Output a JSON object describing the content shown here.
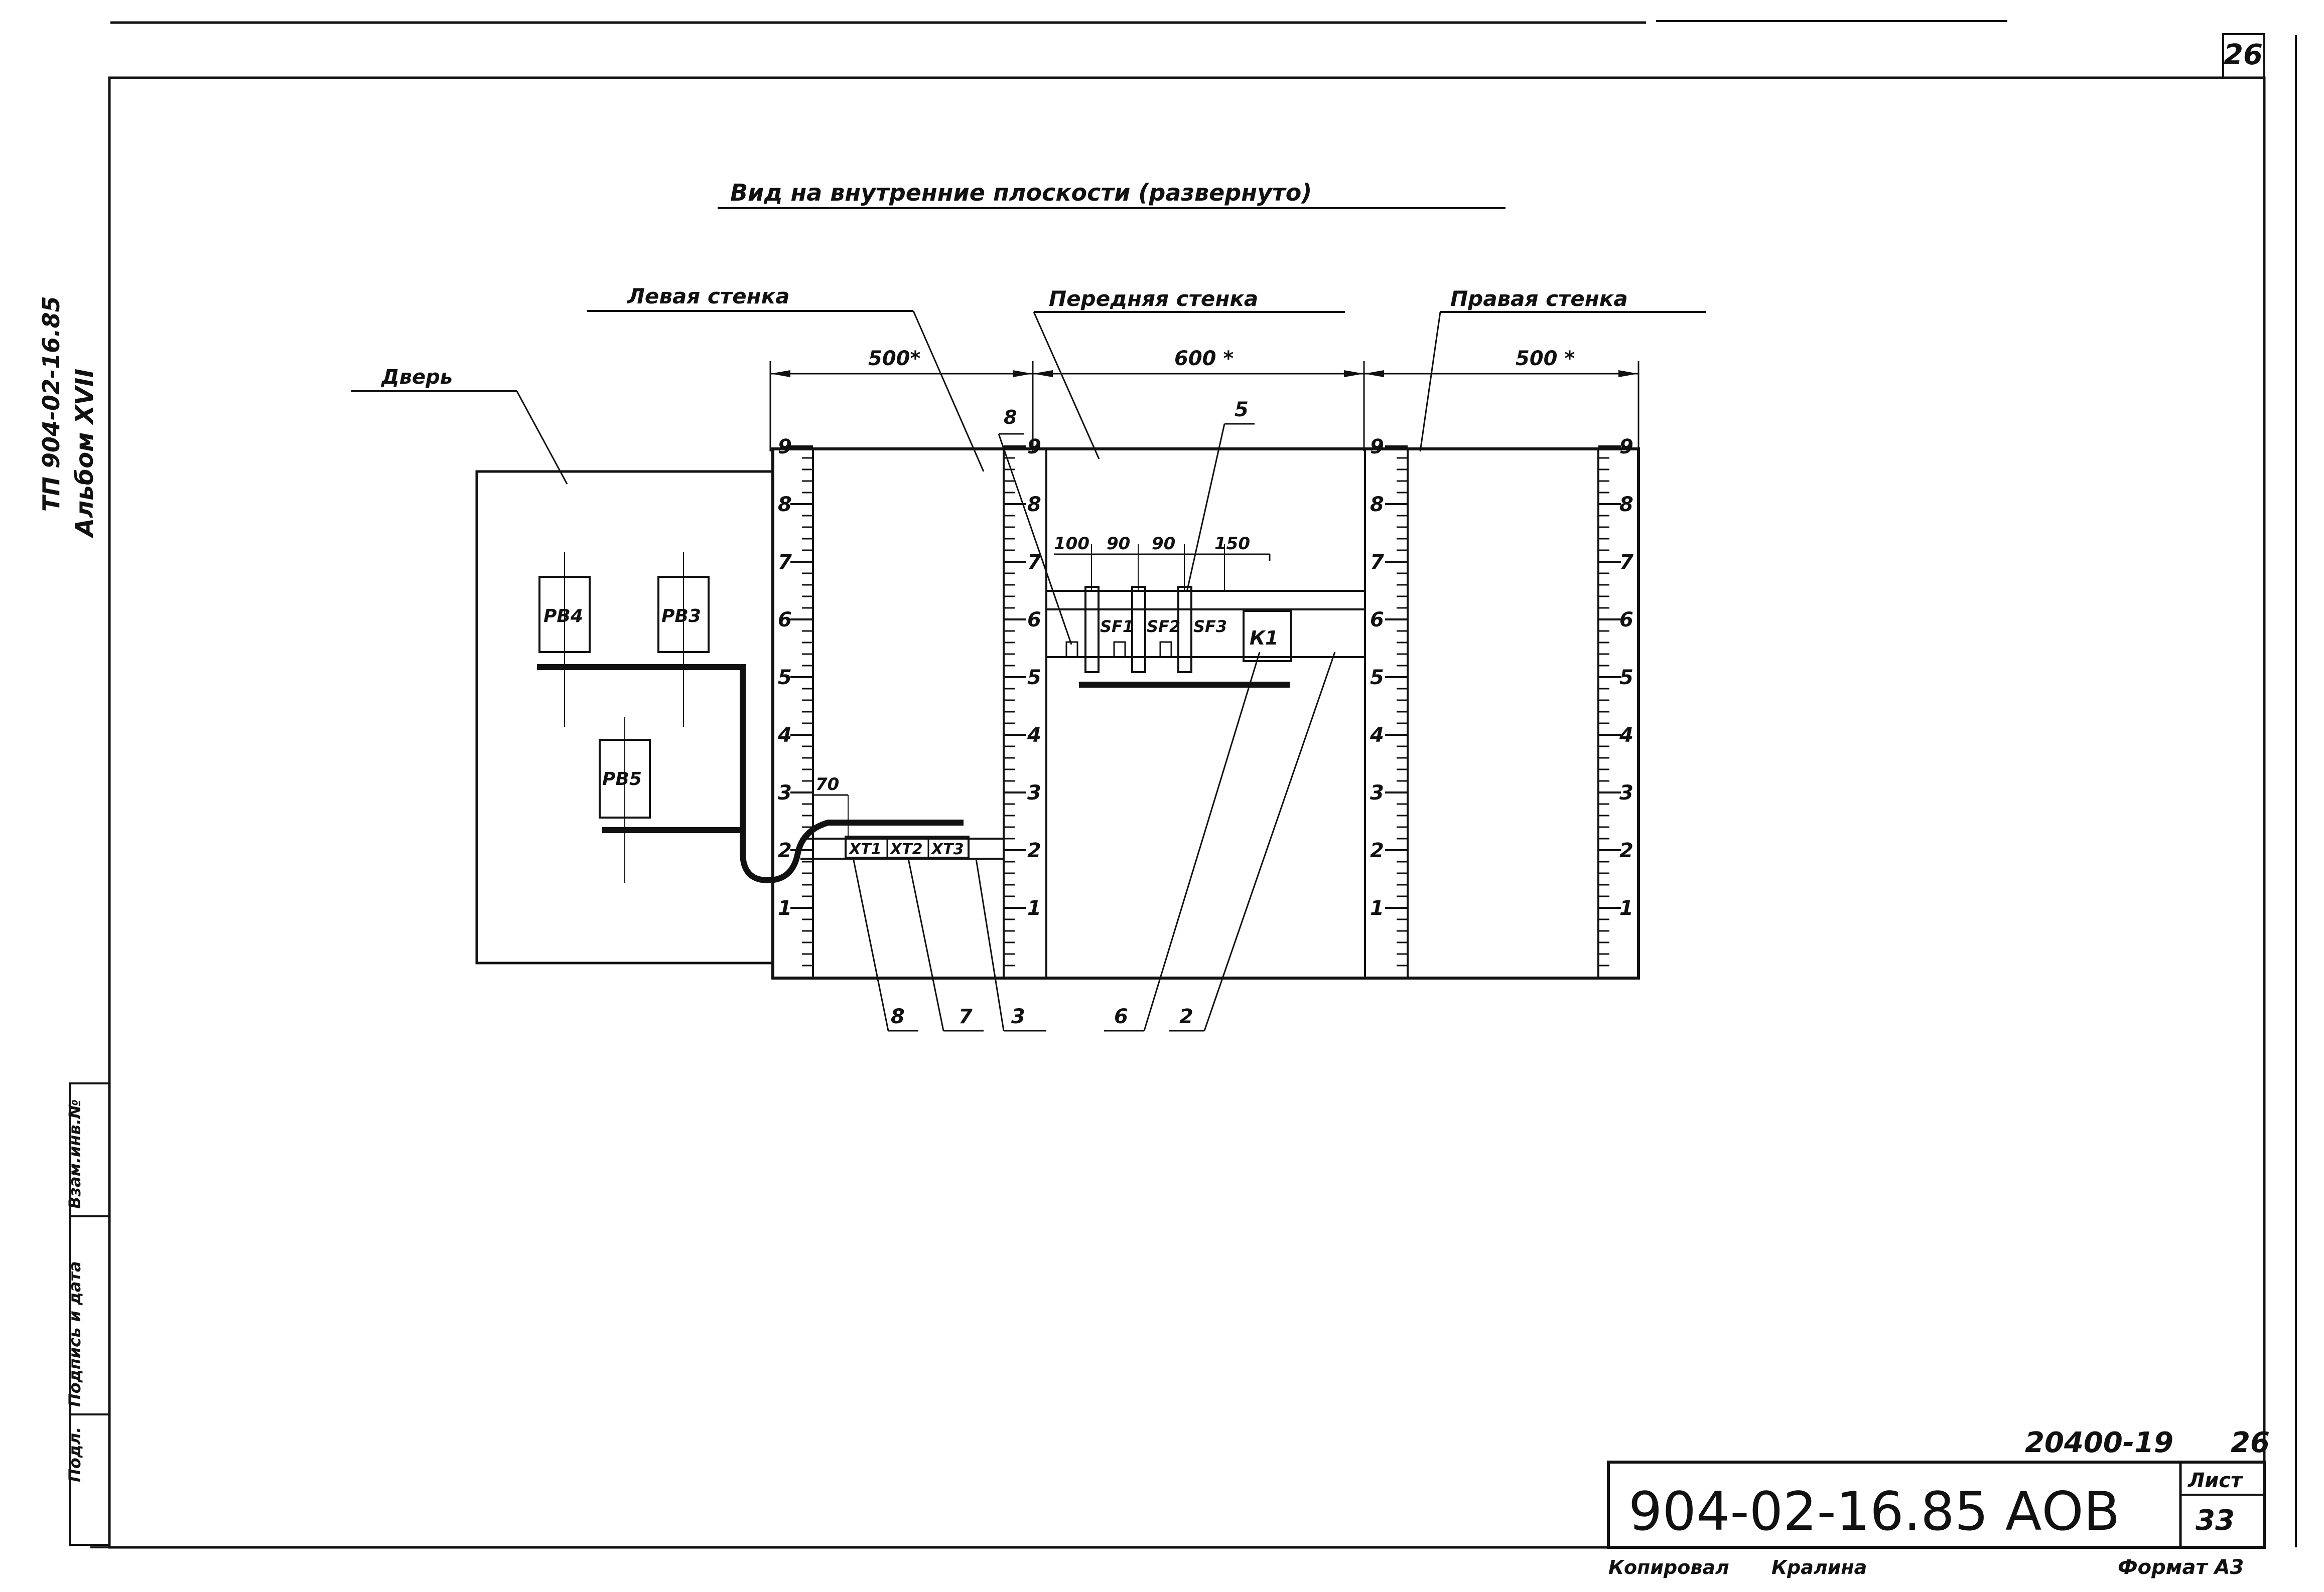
{
  "sheet_corner_number": "26",
  "side_album": {
    "line1": "ТП 904-02-16.85",
    "line2": "Альбом XVII"
  },
  "side_stamp": {
    "cells": [
      "Подл.",
      "Подпись и дата",
      "Взам.инв.№"
    ]
  },
  "title": "Вид на внутренние плоскости (развернуто)",
  "sections": {
    "left": "Левая стенка",
    "front": "Передняя стенка",
    "right": "Правая стенка",
    "door": "Дверь"
  },
  "dimensions": {
    "left": "500*",
    "front": "600 *",
    "right": "500 *",
    "spacing_100": "100",
    "spacing_90a": "90",
    "spacing_90b": "90",
    "spacing_150": "150",
    "spacing_70": "70"
  },
  "scale_digits": [
    "1",
    "2",
    "3",
    "4",
    "5",
    "6",
    "7",
    "8",
    "9"
  ],
  "devices": {
    "pb4": "РВ4",
    "pb3": "РВ3",
    "pb5": "РВ5",
    "sf1": "SF1",
    "sf2": "SF2",
    "sf3": "SF3",
    "k1": "К1",
    "xt1": "XT1",
    "xt2": "XT2",
    "xt3": "XT3"
  },
  "callouts": {
    "c8_top": "8",
    "c5": "5",
    "c8": "8",
    "c7": "7",
    "c3": "3",
    "c6": "6",
    "c2": "2"
  },
  "title_block": {
    "order_no": "20400-19",
    "page_ref": "26",
    "designation": "904-02-16.85 АОВ",
    "sheet_label": "Лист",
    "sheet_no": "33",
    "copied": "Копировал",
    "copier": "Кралина",
    "format": "Формат А3"
  }
}
